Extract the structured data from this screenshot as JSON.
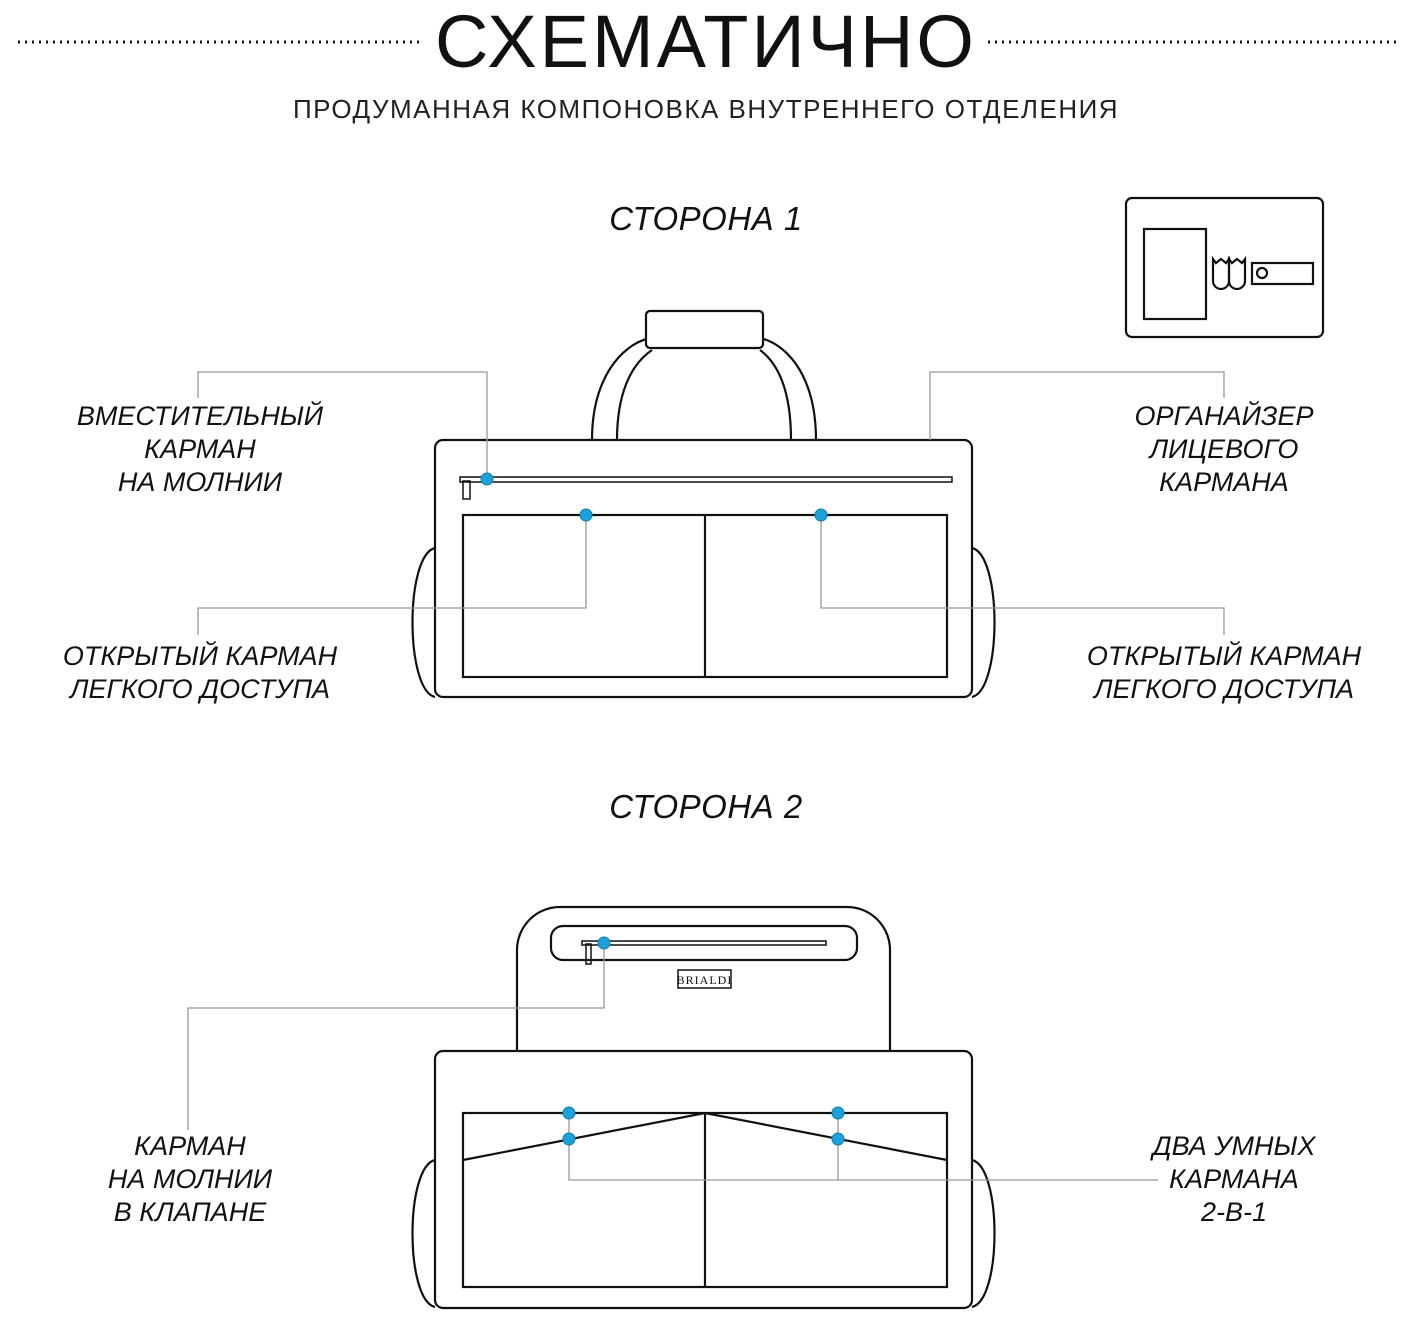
{
  "header": {
    "title": "СХЕМАТИЧНО",
    "subtitle": "ПРОДУМАННАЯ КОМПОНОВКА ВНУТРЕННЕГО ОТДЕЛЕНИЯ"
  },
  "side1": {
    "title": "СТОРОНА 1",
    "labels": {
      "zip_pocket": [
        "ВМЕСТИТЕЛЬНЫЙ",
        "КАРМАН",
        "НА МОЛНИИ"
      ],
      "organizer": [
        "ОРГАНАЙЗЕР",
        "ЛИЦЕВОГО",
        "КАРМАНА"
      ],
      "open_left": [
        "ОТКРЫТЫЙ КАРМАН",
        "ЛЕГКОГО ДОСТУПА"
      ],
      "open_right": [
        "ОТКРЫТЫЙ КАРМАН",
        "ЛЕГКОГО ДОСТУПА"
      ]
    }
  },
  "side2": {
    "title": "СТОРОНА 2",
    "logo": "BRIALDI",
    "labels": {
      "flap_zip": [
        "КАРМАН",
        "НА МОЛНИИ",
        "В КЛАПАНЕ"
      ],
      "smart": [
        "ДВА УМНЫХ",
        "КАРМАНА",
        "2-В-1"
      ]
    }
  },
  "colors": {
    "accent": "#1da1d8",
    "line": "#111111",
    "leader": "#999999"
  }
}
